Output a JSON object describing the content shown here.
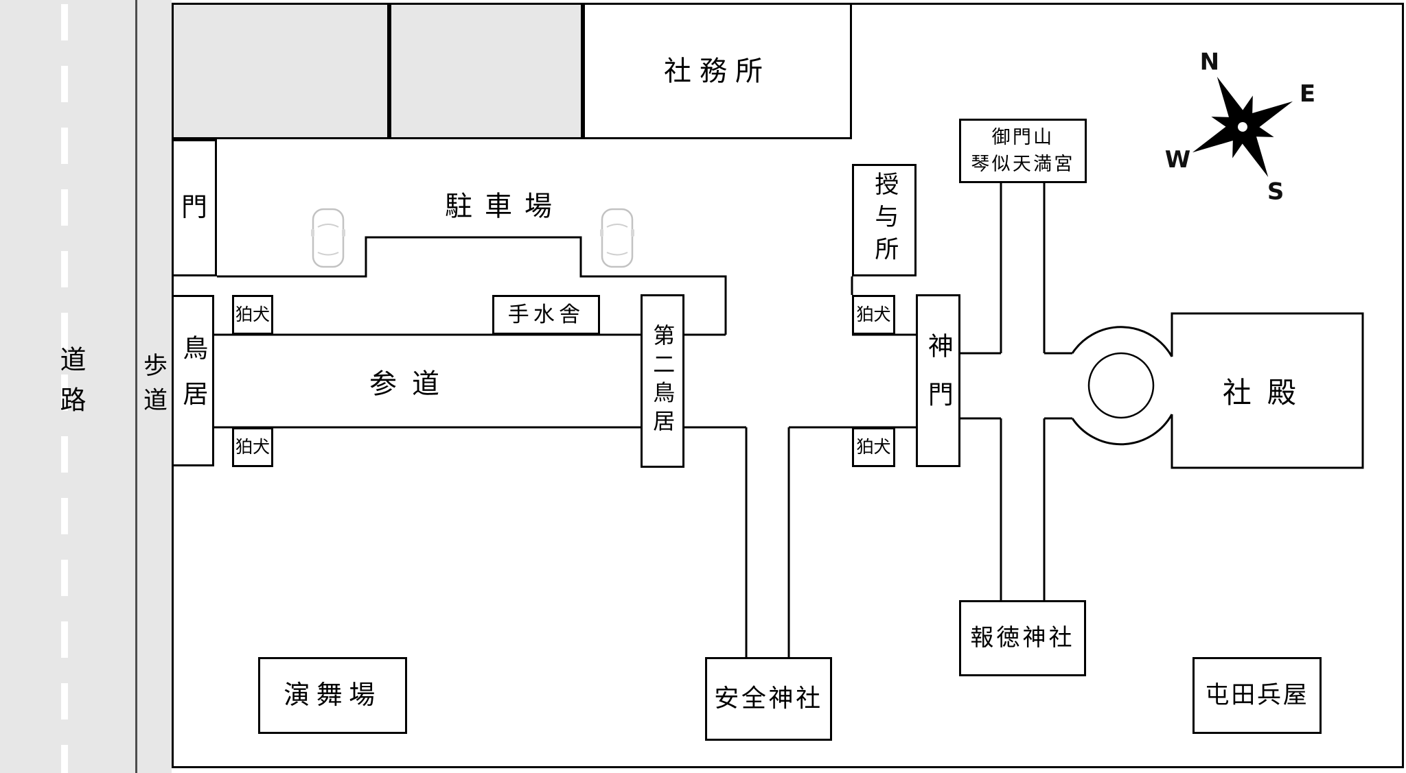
{
  "colors": {
    "surface_gray": "#e7e7e7",
    "line_black": "#000000",
    "car_outline": "#c2c2c2"
  },
  "road": {
    "label": "道路"
  },
  "sidewalk": {
    "label": "歩道"
  },
  "compass": {
    "north": "N",
    "east": "E",
    "south": "S",
    "west": "W"
  },
  "map": {
    "shamusho": "社務所",
    "mon": "門",
    "chushajo": "駐車場",
    "torii": "鳥居",
    "komainu": "狛犬",
    "temizusha": "手水舎",
    "sando": "参道",
    "daini_torii": "第二鳥居",
    "juyosho": "授与所",
    "shinmon": "神門",
    "sign_line1": "御門山",
    "sign_line2": "琴似天満宮",
    "shaden": "社殿",
    "hotoku_jinja": "報徳神社",
    "anzen_jinja": "安全神社",
    "enbujo": "演舞場",
    "tondenhei_goya": "屯田兵屋"
  }
}
